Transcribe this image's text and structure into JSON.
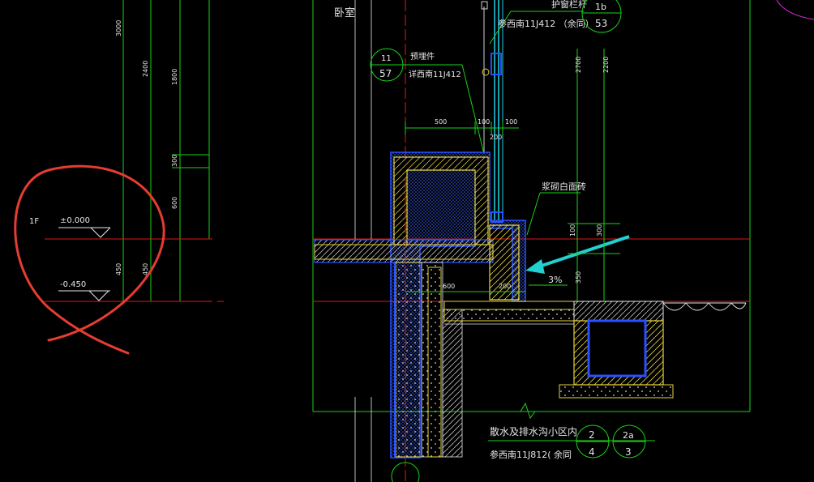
{
  "colors": {
    "background": "#000000",
    "frame_green": "#19d219",
    "dim_white": "#e6e6e6",
    "level_red": "#e01818",
    "concrete_yellow": "#e6d23c",
    "insulation_blue": "#2850ff",
    "railing_cyan": "#19d2e6",
    "annotation_red": "#e63c32",
    "arrow_cyan": "#22d0d0",
    "magenta": "#d028d0"
  },
  "labels": {
    "room": "卧室",
    "floor_tag": "1F",
    "level_zero": "±0.000",
    "level_minus": "-0.450",
    "railing_note": "护窗栏杆",
    "railing_ref": "参西南11J412 （余同）",
    "embed_note": "预埋件",
    "embed_ref": "详西南11J412",
    "tile_note": "浆砌白面砖",
    "slope": "3%",
    "drain_note": "散水及排水沟小区内",
    "drain_ref": "参西南11J812(      余同"
  },
  "detail_refs": {
    "embed": {
      "top": "11",
      "bottom": "57"
    },
    "railing": {
      "top": "1b",
      "bottom": "53"
    },
    "drain_a": {
      "top": "2",
      "bottom": "4"
    },
    "drain_b": {
      "top": "2a",
      "bottom": "3"
    }
  },
  "dimensions": {
    "left_3000": "3000",
    "left_2400": "2400",
    "col_1800": "1800",
    "col_300": "300",
    "col_600": "600",
    "left_450_a": "450",
    "left_450_b": "450",
    "span_500": "500",
    "span_100a": "100",
    "span_100b": "100",
    "span_200": "200",
    "right_2700": "2700",
    "right_2200": "2200",
    "right_100": "100",
    "right_300": "300",
    "right_350": "350",
    "bottom_600": "600",
    "bottom_200": "200"
  }
}
